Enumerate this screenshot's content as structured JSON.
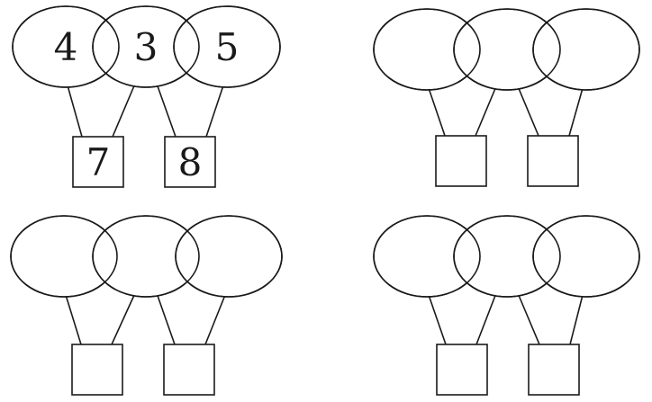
{
  "puzzles": [
    {
      "ovals": [
        "4",
        "3",
        "5"
      ],
      "boxes": [
        "7",
        "8"
      ]
    },
    {
      "ovals": [
        "",
        "",
        ""
      ],
      "boxes": [
        "",
        ""
      ]
    },
    {
      "ovals": [
        "",
        "",
        ""
      ],
      "boxes": [
        "",
        ""
      ]
    },
    {
      "ovals": [
        "",
        "",
        ""
      ],
      "boxes": [
        "",
        ""
      ]
    }
  ],
  "colors": {
    "stroke": "#1a1a1a",
    "fill": "#ffffff",
    "text": "#1a1a1a"
  }
}
